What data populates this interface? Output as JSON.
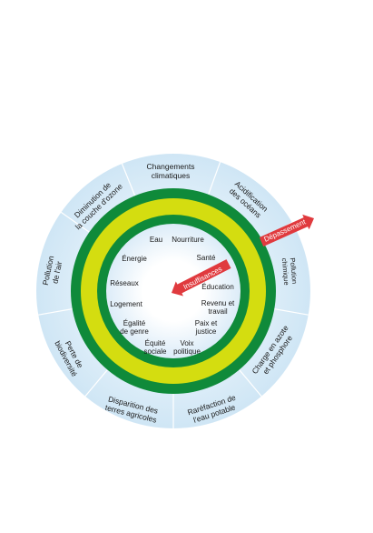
{
  "colors": {
    "outer_light": "#d6eaf6",
    "outer_mid": "#c4e0f2",
    "dark_green": "#0f8a3a",
    "yellow": "#d4dd10",
    "inner_glow": "#e9f4fb",
    "arrow_red": "#e03a3e",
    "text_dark": "#1a1a1a",
    "divider": "#ffffff"
  },
  "outer_labels": [
    {
      "id": "climate",
      "lines": [
        "Changements",
        "climatiques"
      ]
    },
    {
      "id": "ocean",
      "lines": [
        "Acidification",
        "des océans"
      ]
    },
    {
      "id": "chemical",
      "lines": [
        "Pollution",
        "chimique"
      ]
    },
    {
      "id": "nitrogen",
      "lines": [
        "Charge en azote",
        "et phosphore"
      ]
    },
    {
      "id": "water",
      "lines": [
        "Raréfaction de",
        "l'eau potable"
      ]
    },
    {
      "id": "land",
      "lines": [
        "Disparition des",
        "terres agricoles"
      ]
    },
    {
      "id": "biodiversity",
      "lines": [
        "Perte de",
        "biodiversité"
      ]
    },
    {
      "id": "air",
      "lines": [
        "Pollution",
        "de l'air"
      ]
    },
    {
      "id": "ozone",
      "lines": [
        "Diminution de",
        "la couche d'ozone"
      ]
    }
  ],
  "inner_labels": [
    {
      "id": "eau",
      "lines": [
        "Eau"
      ]
    },
    {
      "id": "nourriture",
      "lines": [
        "Nourriture"
      ]
    },
    {
      "id": "sante",
      "lines": [
        "Santé"
      ]
    },
    {
      "id": "education",
      "lines": [
        "Éducation"
      ]
    },
    {
      "id": "revenu",
      "lines": [
        "Revenu et",
        "travail"
      ]
    },
    {
      "id": "paix",
      "lines": [
        "Paix et",
        "justice"
      ]
    },
    {
      "id": "voix",
      "lines": [
        "Voix",
        "politique"
      ]
    },
    {
      "id": "equite-sociale",
      "lines": [
        "Équité",
        "sociale"
      ]
    },
    {
      "id": "egalite",
      "lines": [
        "Égalité",
        "de genre"
      ]
    },
    {
      "id": "logement",
      "lines": [
        "Logement"
      ]
    },
    {
      "id": "reseaux",
      "lines": [
        "Réseaux"
      ]
    },
    {
      "id": "energie",
      "lines": [
        "Énergie"
      ]
    }
  ],
  "arrows": {
    "overshoot": "Dépassement",
    "shortfall": "Insuffisances"
  }
}
